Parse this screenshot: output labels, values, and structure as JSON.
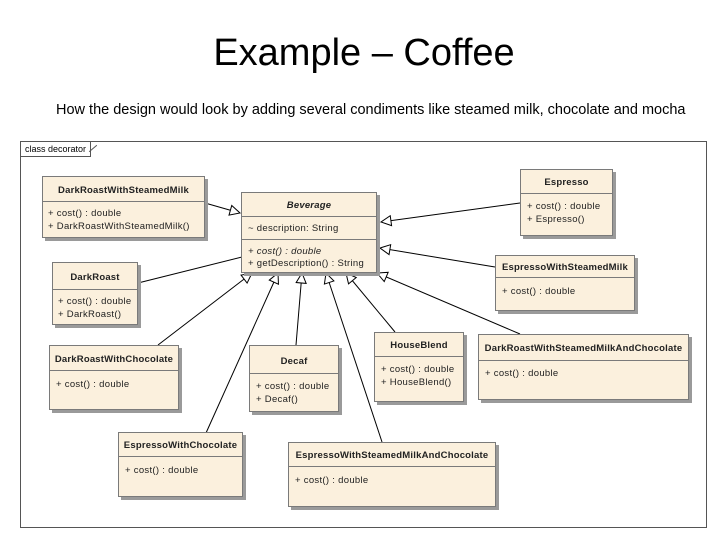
{
  "slide": {
    "title": "Example – Coffee",
    "subtitle": "How the design would look by adding several condiments like steamed milk, chocolate and mocha"
  },
  "diagram": {
    "frame_label": "class decorator",
    "classes": {
      "beverage": {
        "name": "Beverage",
        "attributes": [
          "~   description:  String"
        ],
        "operations": [
          "+   cost() : double",
          "+   getDescription() : String"
        ]
      },
      "dark_roast_with_steamed_milk": {
        "name": "DarkRoastWithSteamedMilk",
        "operations": [
          "+   cost() : double",
          "+   DarkRoastWithSteamedMilk()"
        ]
      },
      "dark_roast": {
        "name": "DarkRoast",
        "operations": [
          "+   cost() : double",
          "+   DarkRoast()"
        ]
      },
      "dark_roast_with_chocolate": {
        "name": "DarkRoastWithChocolate",
        "operations": [
          "+   cost() : double"
        ]
      },
      "espresso_with_chocolate": {
        "name": "EspressoWithChocolate",
        "operations": [
          "+   cost() : double"
        ]
      },
      "decaf": {
        "name": "Decaf",
        "operations": [
          "+   cost() : double",
          "+   Decaf()"
        ]
      },
      "espresso_with_steamed_milk_and_chocolate": {
        "name": "EspressoWithSteamedMilkAndChocolate",
        "operations": [
          "+   cost() : double"
        ]
      },
      "house_blend": {
        "name": "HouseBlend",
        "operations": [
          "+   cost() : double",
          "+   HouseBlend()"
        ]
      },
      "dark_roast_with_steamed_milk_and_chocolate": {
        "name": "DarkRoastWithSteamedMilkAndChocolate",
        "operations": [
          "+   cost() : double"
        ]
      },
      "espresso_with_steamed_milk": {
        "name": "EspressoWithSteamedMilk",
        "operations": [
          "+   cost() : double"
        ]
      },
      "espresso": {
        "name": "Espresso",
        "operations": [
          "+   cost() : double",
          "+   Espresso()"
        ]
      }
    },
    "edge_color": "#000000",
    "box_fill": "#fbf0dd"
  }
}
